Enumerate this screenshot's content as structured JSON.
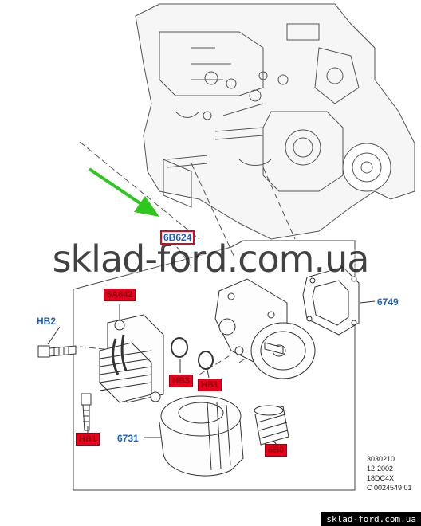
{
  "part_numbers": {
    "engine_ref": "6B624",
    "oil_cooler": "6A642",
    "gasket": "6749",
    "filter": "6731",
    "bolt_left": "HB2"
  },
  "red_labels": {
    "cooler_bolt": "HB1",
    "o_ring_left": "HB3",
    "o_ring_right": "HB1",
    "threaded_adapter": "6B0"
  },
  "watermark": "sklad-ford.com.ua",
  "info_block": [
    "3030210",
    "12-2002",
    "18DC4X",
    "C 0024549 01"
  ],
  "footer_text": "sklad-ford.com.ua",
  "colors": {
    "label_blue": "#1f5fbf",
    "highlight_red": "#e8001c",
    "arrow_green": "#2ec71e"
  }
}
